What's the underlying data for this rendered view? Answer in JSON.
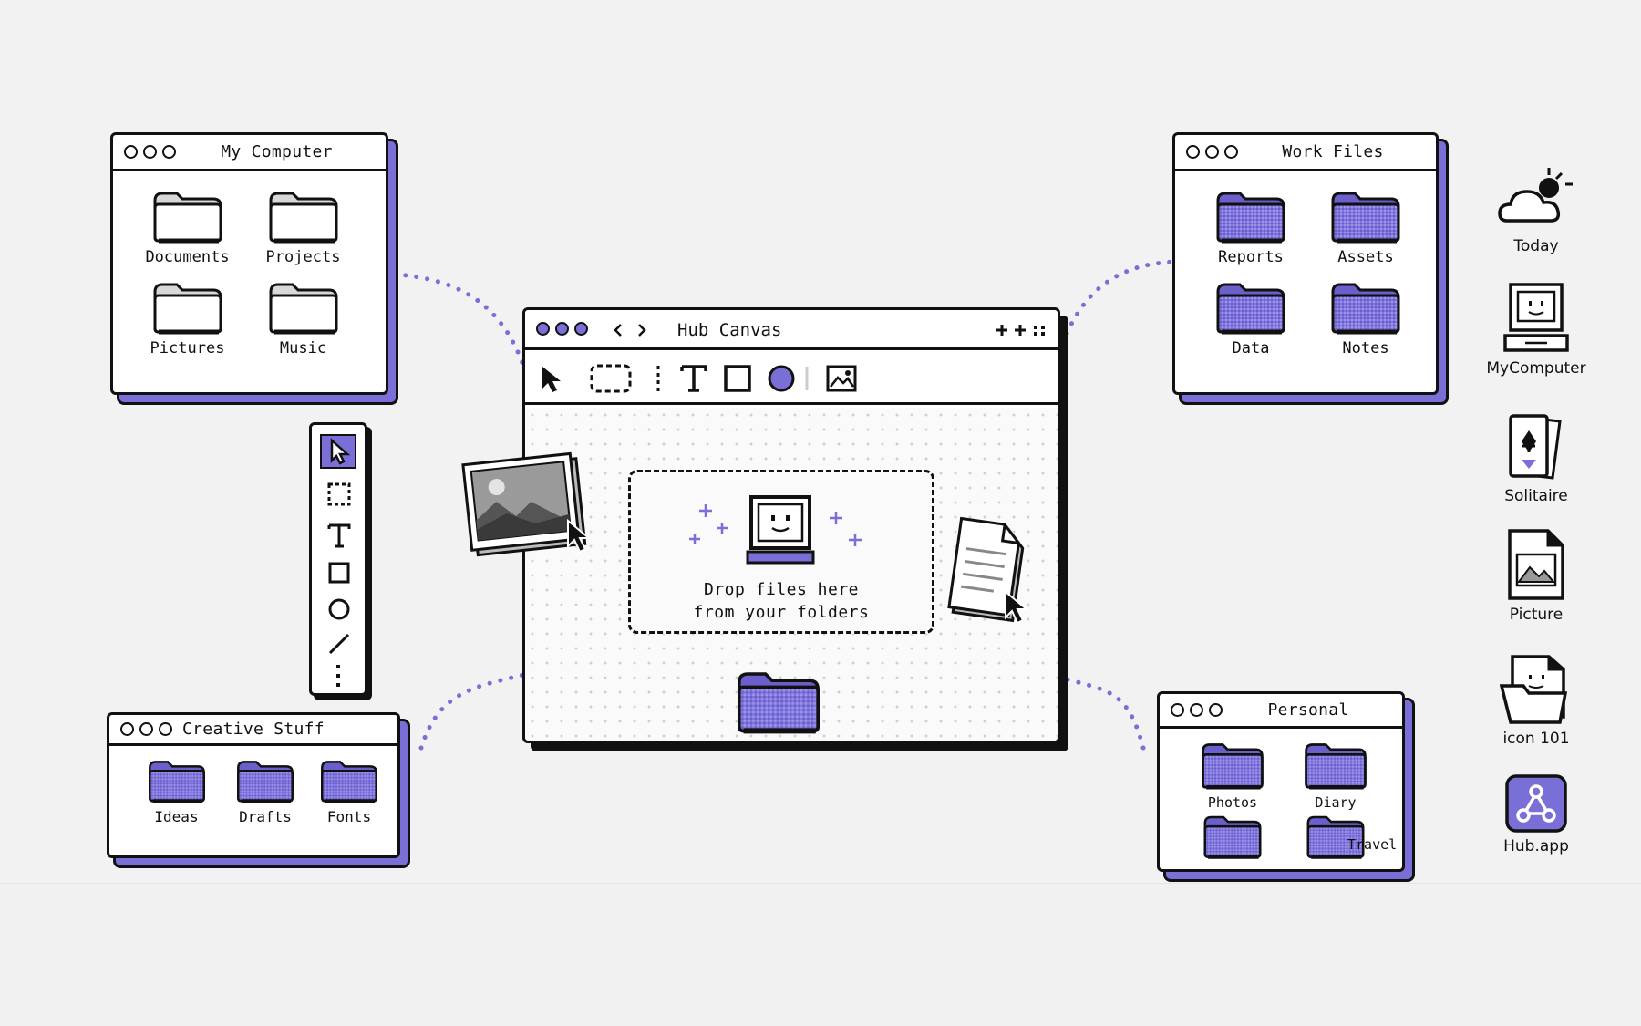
{
  "colors": {
    "accent": "#7a6fd6",
    "ink": "#111111",
    "background": "#f2f2f3"
  },
  "my_computer": {
    "title": "My Computer",
    "items": [
      "Documents",
      "Projects",
      "Pictures",
      "Music"
    ]
  },
  "work_files": {
    "title": "Work Files",
    "items": [
      "Reports",
      "Assets",
      "Data",
      "Notes"
    ]
  },
  "creative_stuff": {
    "title": "Creative Stuff",
    "items": [
      "Ideas",
      "Drafts",
      "Fonts"
    ]
  },
  "personal": {
    "title": "Personal",
    "items": [
      "Photos",
      "Diary",
      "",
      "Travel"
    ]
  },
  "hub_canvas": {
    "title": "Hub Canvas",
    "nav": {
      "back_icon": "chevron-left-icon",
      "forward_icon": "chevron-right-icon"
    },
    "toolbar": [
      "pointer-tool-icon",
      "marquee-tool-icon",
      "text-tool-icon",
      "rectangle-tool-icon",
      "color-fill-icon",
      "image-tool-icon"
    ],
    "drop_text_line1": "Drop files here",
    "drop_text_line2": "from your folders"
  },
  "vertical_tools": [
    "pointer-icon",
    "marquee-icon",
    "text-icon",
    "rectangle-icon",
    "ellipse-icon",
    "line-icon",
    "more-icon"
  ],
  "desktop_icons": [
    {
      "label": "Today",
      "icon": "weather-icon"
    },
    {
      "label": "MyComputer",
      "icon": "computer-icon"
    },
    {
      "label": "Solitaire",
      "icon": "cards-icon"
    },
    {
      "label": "Picture",
      "icon": "picture-file-icon"
    },
    {
      "label": "icon 101",
      "icon": "open-folder-icon"
    },
    {
      "label": "Hub.app",
      "icon": "hub-app-icon"
    }
  ]
}
